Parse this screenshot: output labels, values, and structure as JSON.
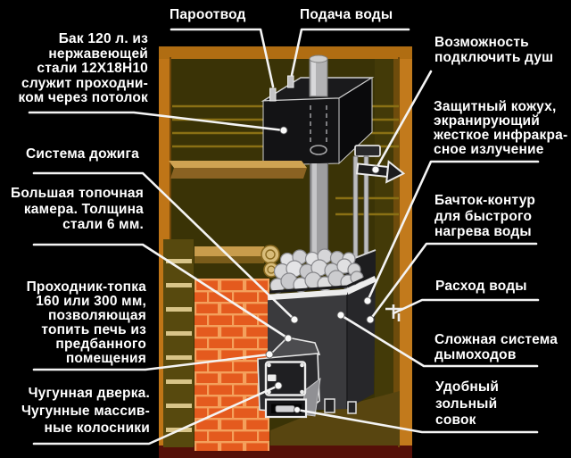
{
  "figure_type": "annotated sauna stove diagram",
  "language": "Russian",
  "palette": {
    "page_background": "#000000",
    "frame_wood_orange": "#bf7517",
    "frame_bottom_maroon": "#551008",
    "interior_olive": "#3a3306",
    "brick_orange": "#e45a1e",
    "brick_mortar": "#f4a05c",
    "stone_gray": "#d6d6d8",
    "stove_dark": "#2b2b2e",
    "leader_line_white": "#f4f4f4",
    "label_text": "#ffffff"
  },
  "labels": {
    "steam_outlet": "Пароотвод",
    "water_supply": "Подача воды",
    "tank": "Бак 120 л. из\nнержавеющей\nстали 12Х18Н10\nслужит проходни-\nком через потолок",
    "afterburn_system": "Система дожига",
    "firebox_chamber": "Большая топочная\nкамера. Толщина\nстали 6 мм.",
    "firebox_passage": "Проходник-топка\n160 или 300 мм,\nпозволяющая\nтопить печь из\nпредбанного\nпомещения",
    "cast_iron_door": "Чугунная дверка.\nЧугунные массив-\nные колосники",
    "shower_option": "Возможность\nподключить душ",
    "protective_screen": "Защитный кожух,\nэкранирующий\nжесткое инфракра-\nсное излучение",
    "contour_tank": "Бачток-контур\nдля быстрого\nнагрева воды",
    "water_flow": "Расход воды",
    "flue_system": "Сложная система\nдымоходов",
    "ash_scoop": "Удобный\nзольный\nсовок"
  }
}
